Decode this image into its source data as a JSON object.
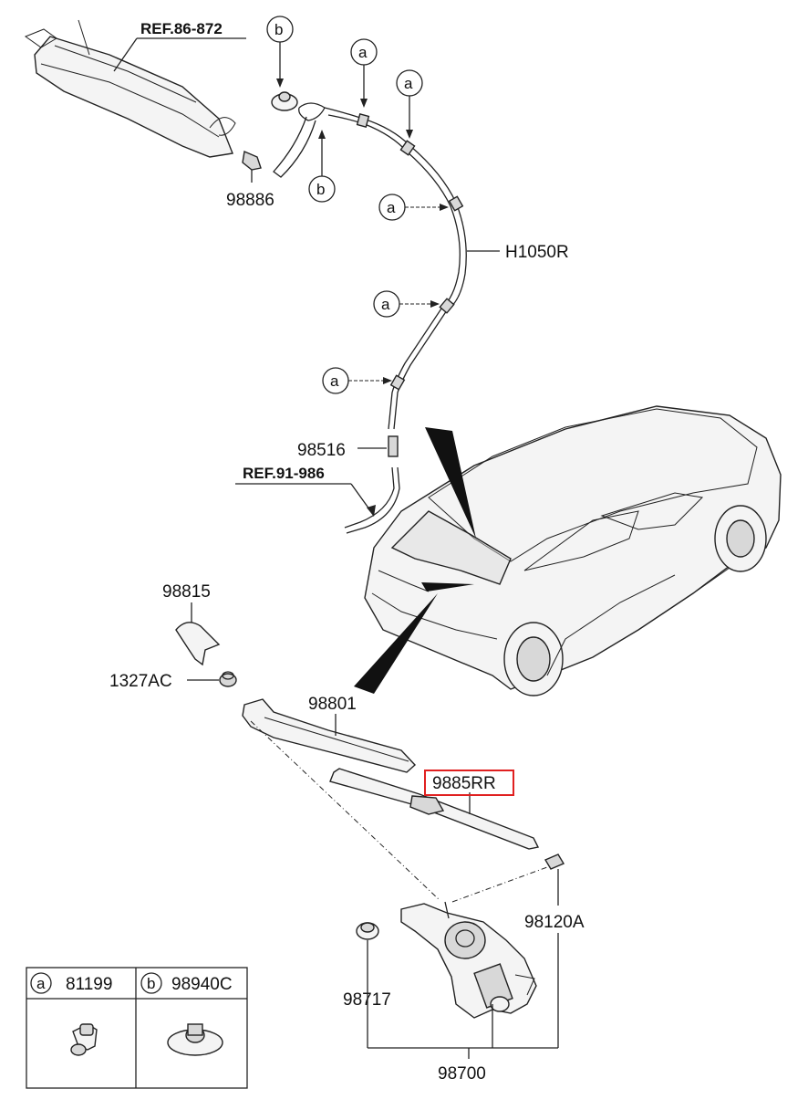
{
  "refs": {
    "ref_top": "REF.86-872",
    "ref_mid": "REF.91-986"
  },
  "parts": {
    "p98886": "98886",
    "h1050r": "H1050R",
    "p98516": "98516",
    "p98815": "98815",
    "p1327ac": "1327AC",
    "p98801": "98801",
    "p9885rr": "9885RR",
    "p98120a": "98120A",
    "p98717": "98717",
    "p98700": "98700"
  },
  "callouts": {
    "a": "a",
    "b": "b"
  },
  "legend": {
    "a_letter": "a",
    "a_part": "81199",
    "b_letter": "b",
    "b_part": "98940C"
  },
  "colors": {
    "highlight": "#e02020",
    "line": "#222222"
  }
}
